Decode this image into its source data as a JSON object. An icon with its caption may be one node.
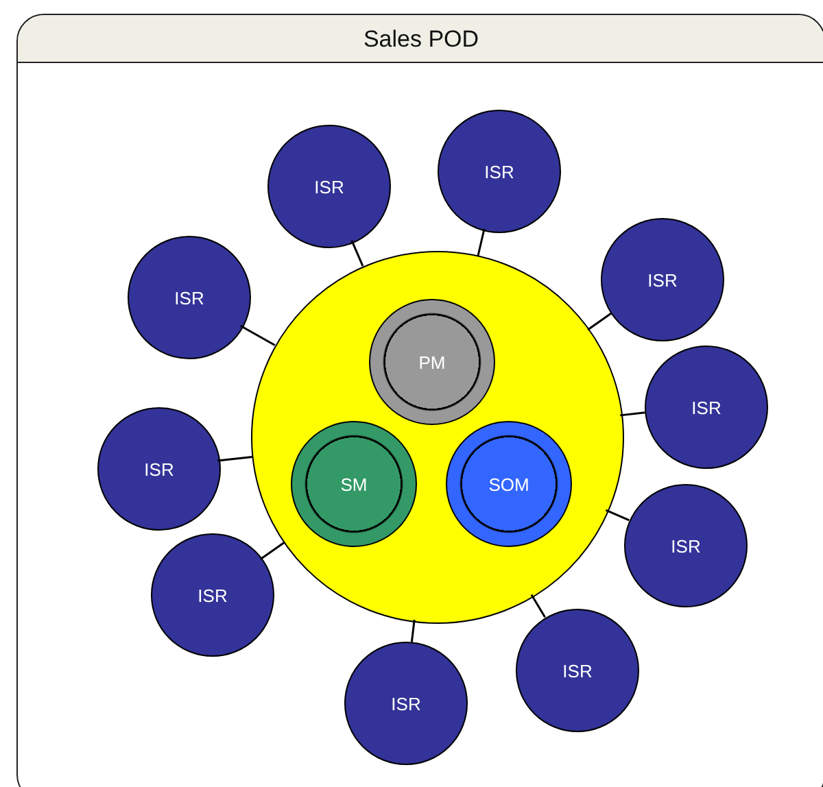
{
  "diagram": {
    "nodes": [
      {
        "text": [
          "Sales POD"
        ]
      },
      {
        "text": [],
        "shape": "circle",
        "in": 0
      },
      {
        "text": [
          "PM"
        ],
        "in": 1
      },
      {
        "text": [
          "SM"
        ],
        "in": 1
      },
      {
        "text": [
          "SOM"
        ],
        "in": 1
      },
      {
        "text": [
          "ISR"
        ],
        "in": 0
      },
      {
        "text": [
          "ISR"
        ],
        "in": 0
      },
      {
        "text": [
          "ISR"
        ],
        "in": 0
      },
      {
        "text": [
          "ISR"
        ],
        "in": 0
      },
      {
        "text": [
          "ISR"
        ],
        "in": 0
      },
      {
        "text": [
          "ISR"
        ],
        "in": 0
      },
      {
        "text": [
          "ISR"
        ],
        "in": 0
      },
      {
        "text": [
          "ISR"
        ],
        "in": 0
      },
      {
        "text": [
          "ISR"
        ],
        "in": 0
      },
      {
        "text": [
          "ISR"
        ],
        "in": 0
      }
    ],
    "edges": [
      {
        "from": 1,
        "to": 5,
        "arrow": "none"
      },
      {
        "from": 1,
        "to": 6,
        "arrow": "none"
      },
      {
        "from": 1,
        "to": 7,
        "arrow": "none"
      },
      {
        "from": 1,
        "to": 8,
        "arrow": "none"
      },
      {
        "from": 1,
        "to": 9,
        "arrow": "none"
      },
      {
        "from": 1,
        "to": 10,
        "arrow": "none"
      },
      {
        "from": 1,
        "to": 11,
        "arrow": "none"
      },
      {
        "from": 1,
        "to": 12,
        "arrow": "none"
      },
      {
        "from": 1,
        "to": 13,
        "arrow": "none"
      },
      {
        "from": 1,
        "to": 14,
        "arrow": "none"
      }
    ]
  }
}
